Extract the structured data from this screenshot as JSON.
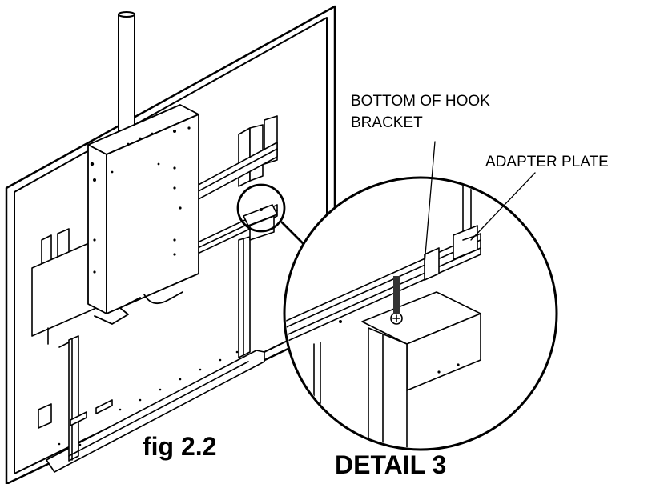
{
  "callouts": {
    "hook_line1": "BOTTOM OF HOOK",
    "hook_line2": "BRACKET",
    "adapter": "ADAPTER PLATE"
  },
  "captions": {
    "figure": "fig 2.2",
    "detail": "DETAIL  3"
  },
  "colors": {
    "line": "#000000",
    "fill": "#ffffff",
    "screw": "#333333"
  }
}
